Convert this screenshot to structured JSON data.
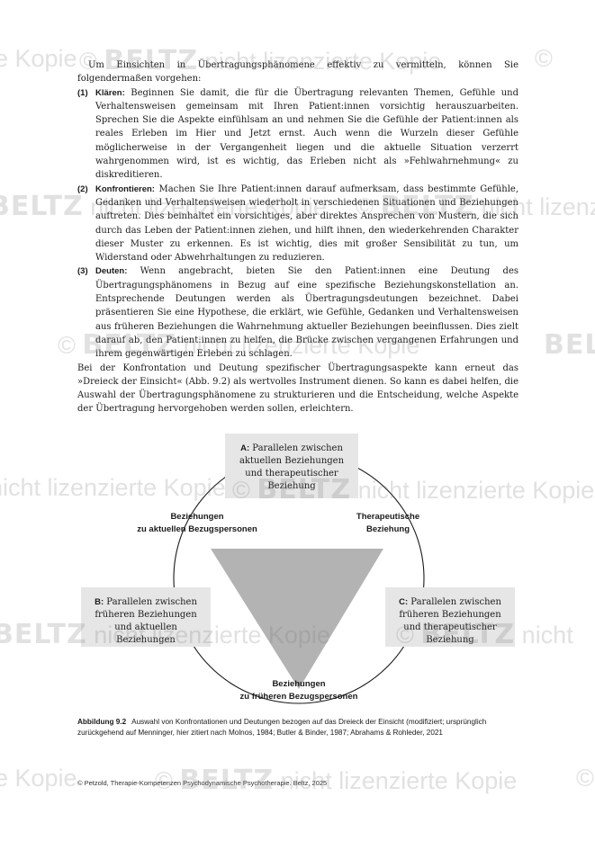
{
  "watermark": {
    "text_full": "© BELTZ nicht lizenzierte Kopie",
    "copyright_sign": "©",
    "brand": "BELTZ",
    "phrase": "nicht lizenzierte Kopie",
    "fragment_kopie": "e Kopie",
    "fragment_nicht": "nicht"
  },
  "body": {
    "intro": "Um Einsichten in Übertragungsphänomene effektiv zu vermitteln, können Sie folgendermaßen vorgehen:",
    "items": [
      {
        "num": "(1)",
        "keyword": "Klären:",
        "text": " Beginnen Sie damit, die für die Übertragung relevanten Themen, Gefühle und Verhaltensweisen gemeinsam mit Ihren Patient:innen vorsichtig herauszuarbeiten. Sprechen Sie die Aspekte einfühlsam an und nehmen Sie die Gefühle der Patient:innen als reales Erleben im Hier und Jetzt ernst. Auch wenn die Wurzeln dieser Gefühle möglicherweise in der Vergangenheit liegen und die aktuelle Situation verzerrt wahrgenommen wird, ist es wichtig, das Erleben nicht als »Fehlwahrnehmung« zu diskreditieren."
      },
      {
        "num": "(2)",
        "keyword": "Konfrontieren:",
        "text": " Machen Sie Ihre Patient:innen darauf aufmerksam, dass bestimmte Gefühle, Gedanken und Verhaltensweisen wiederholt in verschiedenen Situationen und Beziehungen auftreten. Dies beinhaltet ein vorsichtiges, aber direktes Ansprechen von Mustern, die sich durch das Leben der Patient:innen ziehen, und hilft ihnen, den wiederkehrenden Charakter dieser Muster zu erkennen. Es ist wichtig, dies mit großer Sensibilität zu tun, um Widerstand oder Abwehrhaltungen zu reduzieren."
      },
      {
        "num": "(3)",
        "keyword": "Deuten:",
        "text": " Wenn angebracht, bieten Sie den Patient:innen eine Deutung des Übertragungsphänomens in Bezug auf eine spezifische Beziehungskonstellation an. Entsprechende Deutungen werden als Übertragungsdeutungen bezeichnet. Dabei präsentieren Sie eine Hypothese, die erklärt, wie Gefühle, Gedanken und Verhaltensweisen aus früheren Beziehungen die Wahrnehmung aktueller Beziehungen beeinflussen. Dies zielt darauf ab, den Patient:innen zu helfen, die Brücke zwischen vergangenen Erfahrungen und ihrem gegenwärtigen Erleben zu schlagen."
      }
    ],
    "closing": "Bei der Konfrontation und Deutung spezifischer Übertragungsaspekte kann erneut das »Dreieck der Einsicht« (Abb. 9.2) als wertvolles Instrument dienen. So kann es dabei helfen, die Auswahl der Übertragungsphänomene zu strukturieren und die Entscheidung, welche Aspekte der Übertragung hervorgehoben werden sollen, erleichtern."
  },
  "diagram": {
    "box_a": {
      "label": "A:",
      "text": " Parallelen zwischen aktuellen Beziehungen und therapeutischer Beziehung"
    },
    "box_b": {
      "label": "B:",
      "text": " Parallelen zwischen früheren Beziehungen und aktuellen Beziehungen"
    },
    "box_c": {
      "label": "C:",
      "text": " Parallelen zwischen früheren Beziehungen und therapeutischer Beziehung"
    },
    "corner_top_left": "Beziehungen\nzu aktuellen Bezugspersonen",
    "corner_top_right": "Therapeutische\nBeziehung",
    "corner_bottom": "Beziehungen\nzu früheren Bezugspersonen",
    "colors": {
      "triangle": "#b3b3b3",
      "box": "#e6e6e6",
      "circle": "#1a1a1a"
    }
  },
  "caption": {
    "number": "Abbildung 9.2",
    "text": "Auswahl von Konfrontationen und Deutungen bezogen auf das Dreieck der Einsicht (modifiziert; ursprünglich zurückgehend auf Menninger, hier zitiert nach Molnos, 1984; Butler & Binder, 1987; Abrahams & Rohleder, 2021"
  },
  "footer": "© Petzold, Therapie-Kompetenzen Psychodynamische Psychotherapie. Beltz, 2025"
}
